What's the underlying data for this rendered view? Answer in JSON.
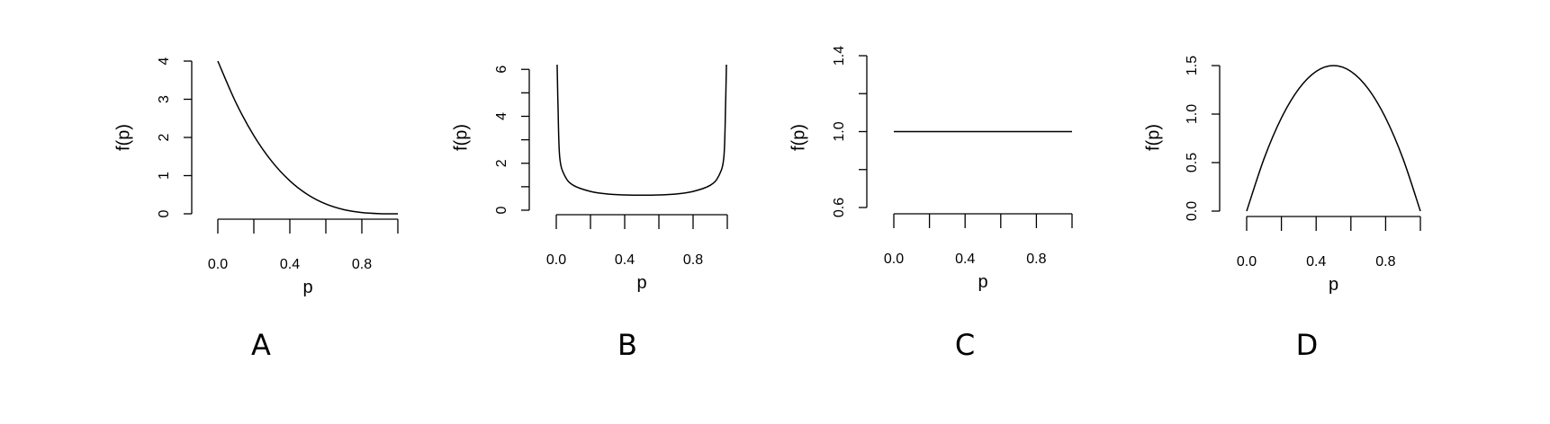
{
  "chart_data": [
    {
      "type": "line",
      "panel_label": "A",
      "xlabel": "p",
      "ylabel": "f(p)",
      "xlim": [
        0,
        1
      ],
      "ylim": [
        0,
        4
      ],
      "x_ticks": [
        0,
        0.2,
        0.4,
        0.6,
        0.8,
        1.0
      ],
      "x_tick_labels": [
        "0.0",
        "",
        "0.4",
        "",
        "0.8",
        ""
      ],
      "y_ticks": [
        0,
        1,
        2,
        3,
        4
      ],
      "y_tick_labels": [
        "0",
        "1",
        "2",
        "3",
        "4"
      ],
      "series": [
        {
          "x": [
            0.0,
            0.1,
            0.2,
            0.3,
            0.4,
            0.5,
            0.6,
            0.7,
            0.8,
            0.9,
            1.0
          ],
          "y": [
            4.0,
            2.916,
            2.048,
            1.372,
            0.864,
            0.5,
            0.256,
            0.108,
            0.032,
            0.004,
            0.0
          ]
        }
      ]
    },
    {
      "type": "line",
      "panel_label": "B",
      "xlabel": "p",
      "ylabel": "f(p)",
      "xlim": [
        0,
        1
      ],
      "ylim": [
        0,
        6.2
      ],
      "x_ticks": [
        0,
        0.2,
        0.4,
        0.6,
        0.8,
        1.0
      ],
      "x_tick_labels": [
        "0.0",
        "",
        "0.4",
        "",
        "0.8",
        ""
      ],
      "y_ticks": [
        0,
        1,
        2,
        3,
        4,
        5,
        6
      ],
      "y_tick_labels": [
        "0",
        "",
        "2",
        "",
        "4",
        "",
        "6"
      ],
      "series": [
        {
          "x": [
            0.005,
            0.01,
            0.02,
            0.05,
            0.1,
            0.2,
            0.3,
            0.4,
            0.5,
            0.6,
            0.7,
            0.8,
            0.9,
            0.95,
            0.98,
            0.99,
            0.995
          ],
          "y": [
            6.2,
            4.5,
            2.27,
            1.46,
            1.06,
            0.8,
            0.69,
            0.65,
            0.64,
            0.65,
            0.69,
            0.8,
            1.06,
            1.46,
            2.27,
            4.5,
            6.2
          ]
        }
      ]
    },
    {
      "type": "line",
      "panel_label": "C",
      "xlabel": "p",
      "ylabel": "f(p)",
      "xlim": [
        0,
        1
      ],
      "ylim": [
        0.6,
        1.4
      ],
      "x_ticks": [
        0,
        0.2,
        0.4,
        0.6,
        0.8,
        1.0
      ],
      "x_tick_labels": [
        "0.0",
        "",
        "0.4",
        "",
        "0.8",
        ""
      ],
      "y_ticks": [
        0.6,
        0.8,
        1.0,
        1.2,
        1.4
      ],
      "y_tick_labels": [
        "0.6",
        "",
        "1.0",
        "",
        "1.4"
      ],
      "series": [
        {
          "x": [
            0.0,
            1.0
          ],
          "y": [
            1.0,
            1.0
          ]
        }
      ]
    },
    {
      "type": "line",
      "panel_label": "D",
      "xlabel": "p",
      "ylabel": "f(p)",
      "xlim": [
        0,
        1
      ],
      "ylim": [
        0,
        1.5
      ],
      "x_ticks": [
        0,
        0.2,
        0.4,
        0.6,
        0.8,
        1.0
      ],
      "x_tick_labels": [
        "0.0",
        "",
        "0.4",
        "",
        "0.8",
        ""
      ],
      "y_ticks": [
        0,
        0.5,
        1.0,
        1.5
      ],
      "y_tick_labels": [
        "0.0",
        "0.5",
        "1.0",
        "1.5"
      ],
      "series": [
        {
          "x": [
            0.0,
            0.1,
            0.2,
            0.3,
            0.4,
            0.5,
            0.6,
            0.7,
            0.8,
            0.9,
            1.0
          ],
          "y": [
            0.0,
            0.54,
            0.96,
            1.26,
            1.44,
            1.5,
            1.44,
            1.26,
            0.96,
            0.54,
            0.0
          ]
        }
      ]
    }
  ]
}
